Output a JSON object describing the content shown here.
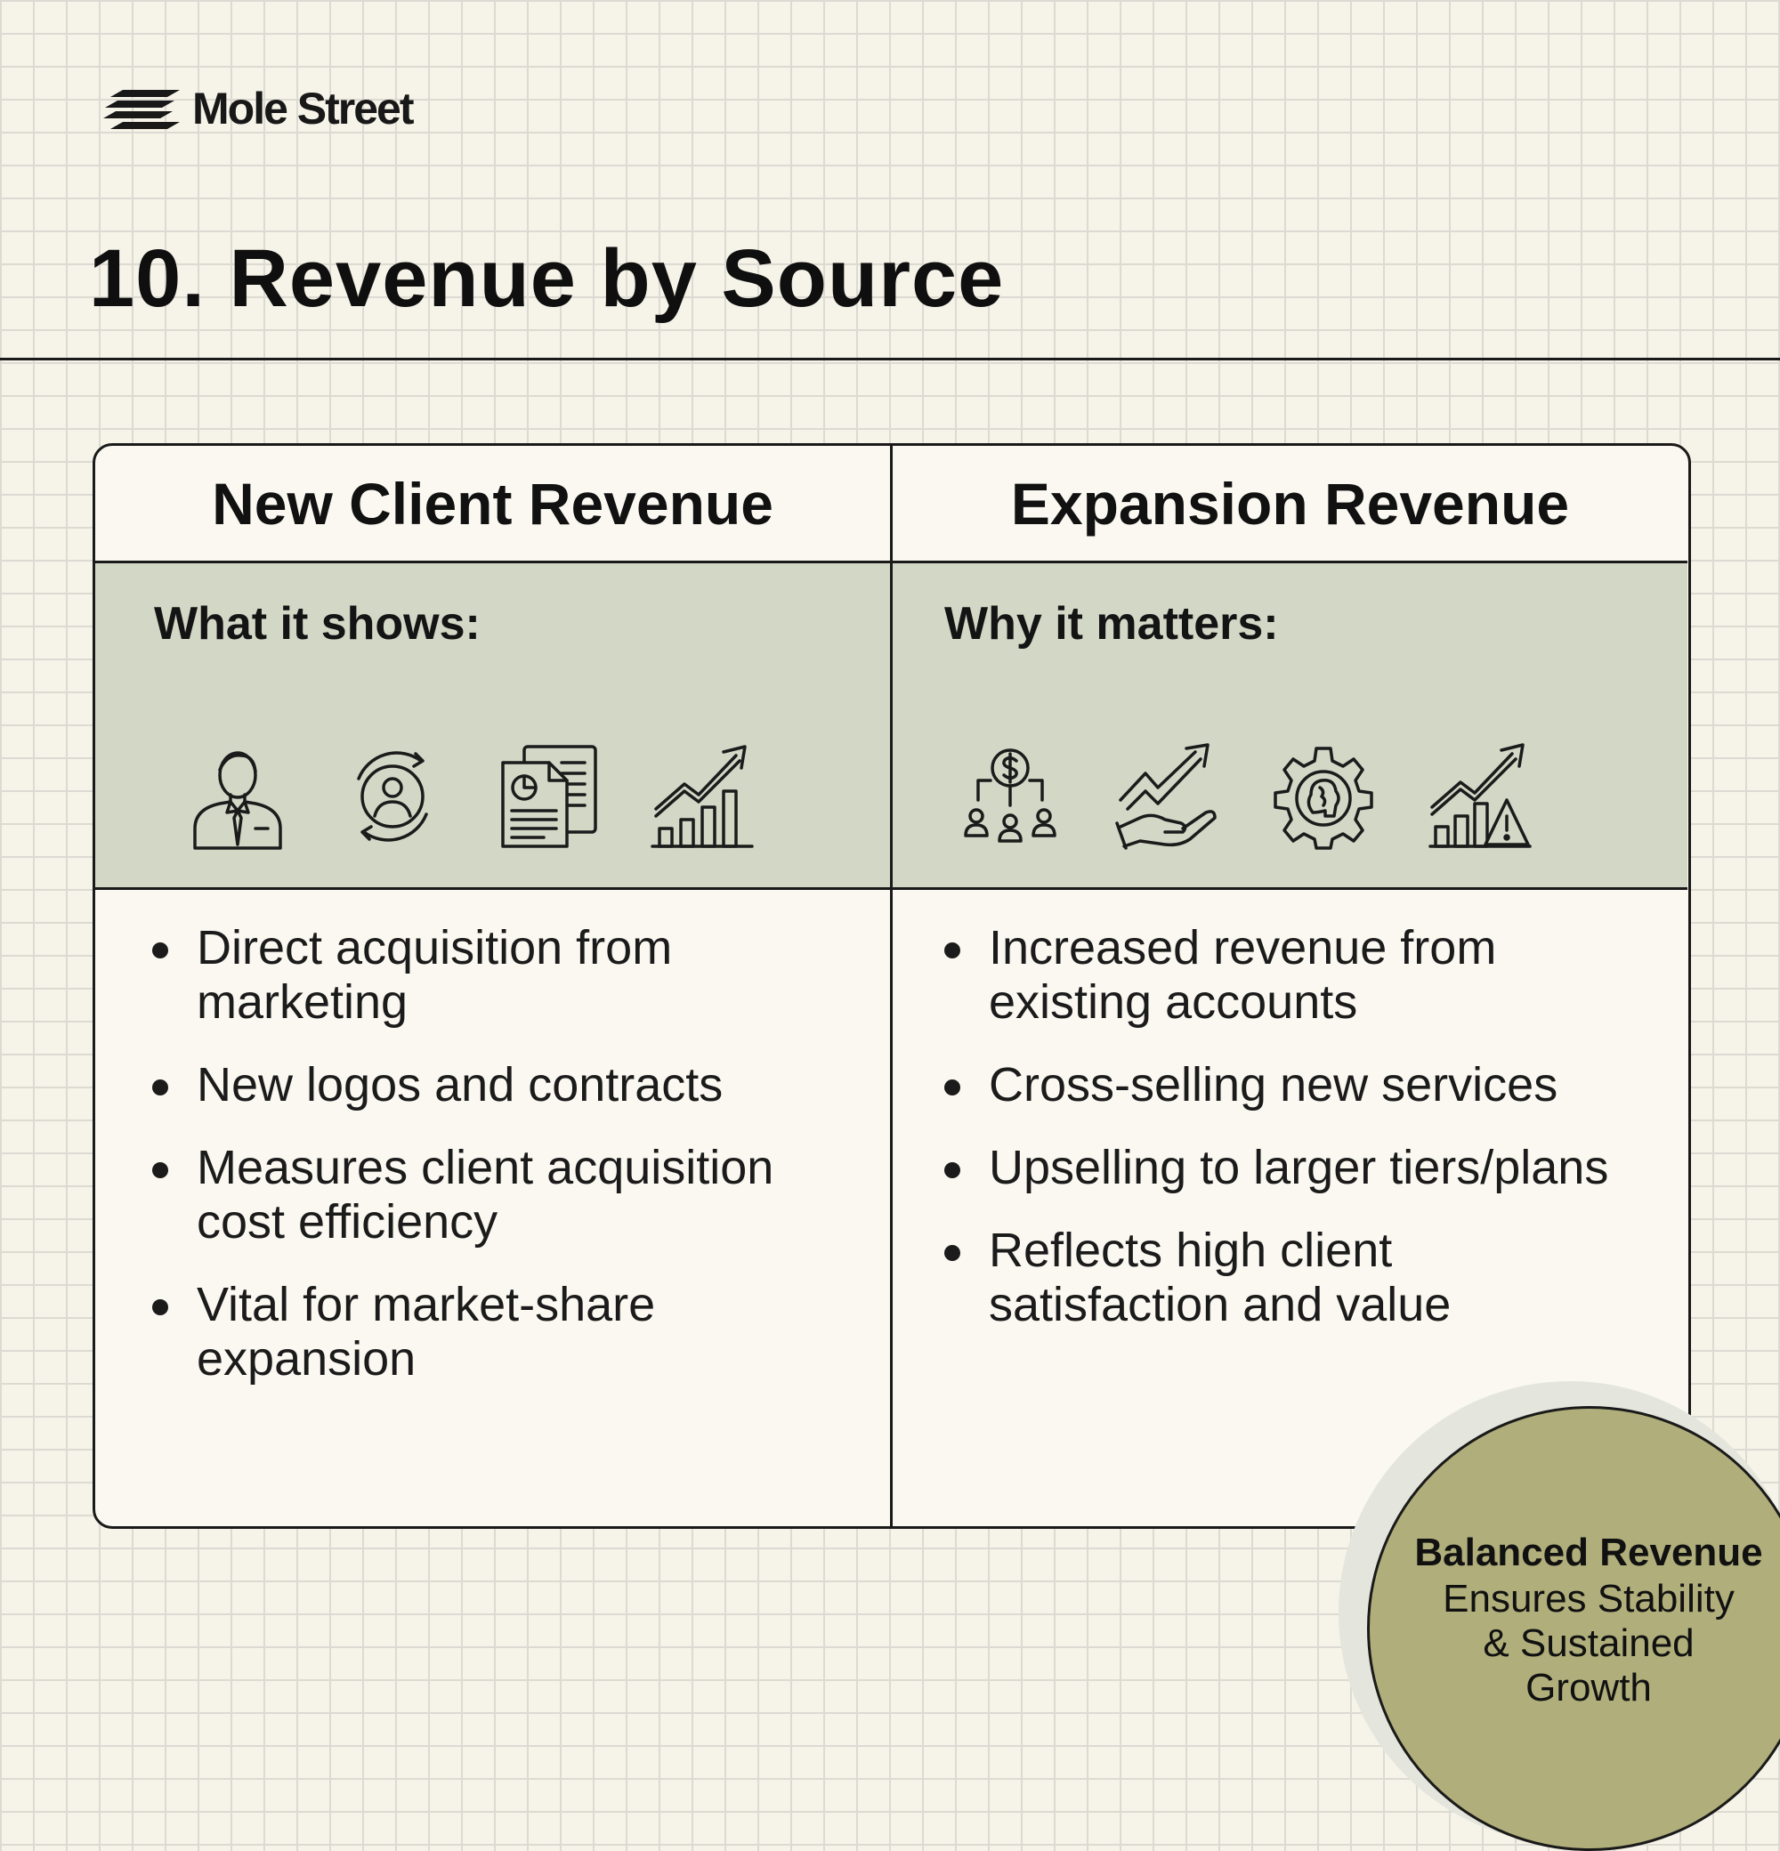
{
  "brand": {
    "name": "Mole Street",
    "logo_icon": "diagonal-stripes-logo-icon"
  },
  "title": "10. Revenue by Source",
  "columns": [
    {
      "heading": "New Client Revenue",
      "band_label": "What it shows:",
      "icons": [
        "businessman-icon",
        "user-cycle-icon",
        "report-documents-icon",
        "growth-bar-chart-icon"
      ],
      "bullets": [
        "Direct acquisition from marketing",
        "New logos and contracts",
        "Measures client acquisition cost efficiency",
        "Vital for market-share expansion"
      ]
    },
    {
      "heading": "Expansion Revenue",
      "band_label": "Why it matters:",
      "icons": [
        "dollar-network-icon",
        "hand-growth-arrow-icon",
        "gear-brain-icon",
        "chart-warning-icon"
      ],
      "bullets": [
        "Increased revenue from existing accounts",
        "Cross-selling new services",
        "Upselling to larger tiers/plans",
        "Reflects high client satisfaction and value"
      ]
    }
  ],
  "badge": {
    "title": "Balanced Revenue",
    "subtitle": "Ensures Stability & Sustained Growth"
  },
  "colors": {
    "background": "#f6f3e8",
    "grid_line": "#dcdad2",
    "band": "#d3d7c6",
    "badge": "#b0ae7a",
    "ink": "#141414"
  }
}
